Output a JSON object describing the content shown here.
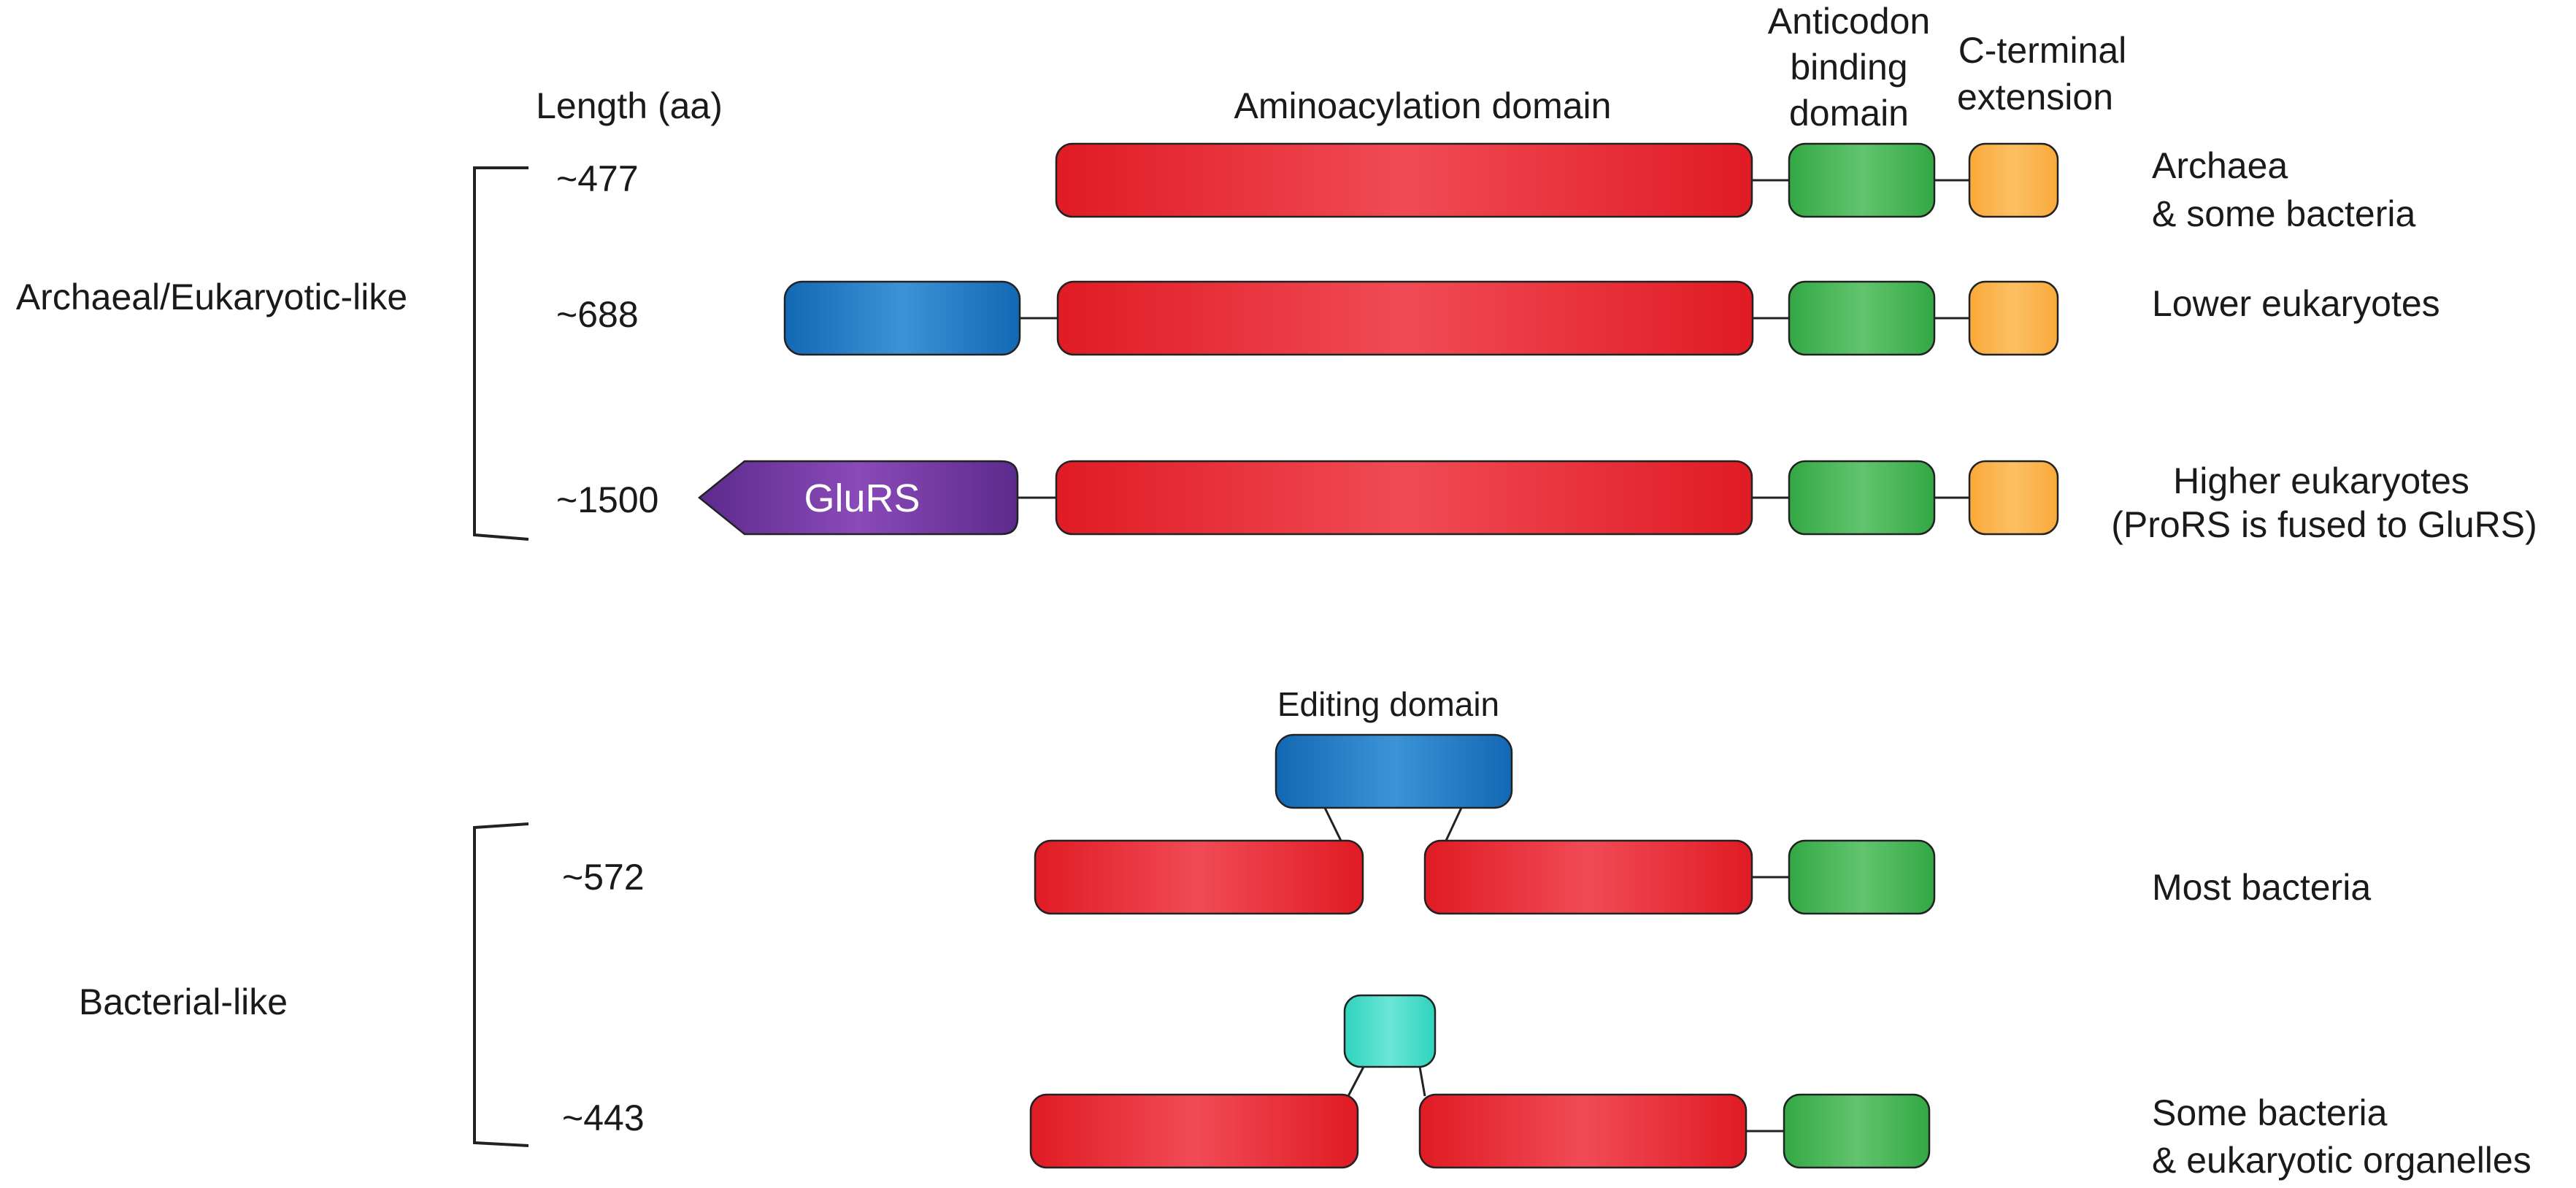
{
  "headers": {
    "length": "Length (aa)",
    "aminoacylation": "Aminoacylation domain",
    "anticodon": [
      "Anticodon",
      "binding",
      "domain"
    ],
    "cterminal": [
      "C-terminal",
      "extension"
    ],
    "editing": "Editing domain"
  },
  "groups": {
    "archaeal": "Archaeal/Eukaryotic-like",
    "bacterial": "Bacterial-like"
  },
  "rows": [
    {
      "length": "~477",
      "organism": [
        "Archaea",
        "& some bacteria"
      ]
    },
    {
      "length": "~688",
      "organism": [
        "Lower eukaryotes"
      ]
    },
    {
      "length": "~1500",
      "organism": [
        "Higher eukaryotes",
        "(ProRS is fused to GluRS)"
      ],
      "fusion_label": "GluRS"
    },
    {
      "length": "~572",
      "organism": [
        "Most bacteria"
      ]
    },
    {
      "length": "~443",
      "organism": [
        "Some bacteria",
        "& eukaryotic organelles"
      ]
    }
  ],
  "colors": {
    "aminoacylation": "#e8202b",
    "anticodon": "#3ab54a",
    "cterminal": "#fbb040",
    "n_terminal": "#1b75bc",
    "editing": "#1b75bc",
    "glurs": "#662d91",
    "small_editing": "#2ed8c3"
  }
}
